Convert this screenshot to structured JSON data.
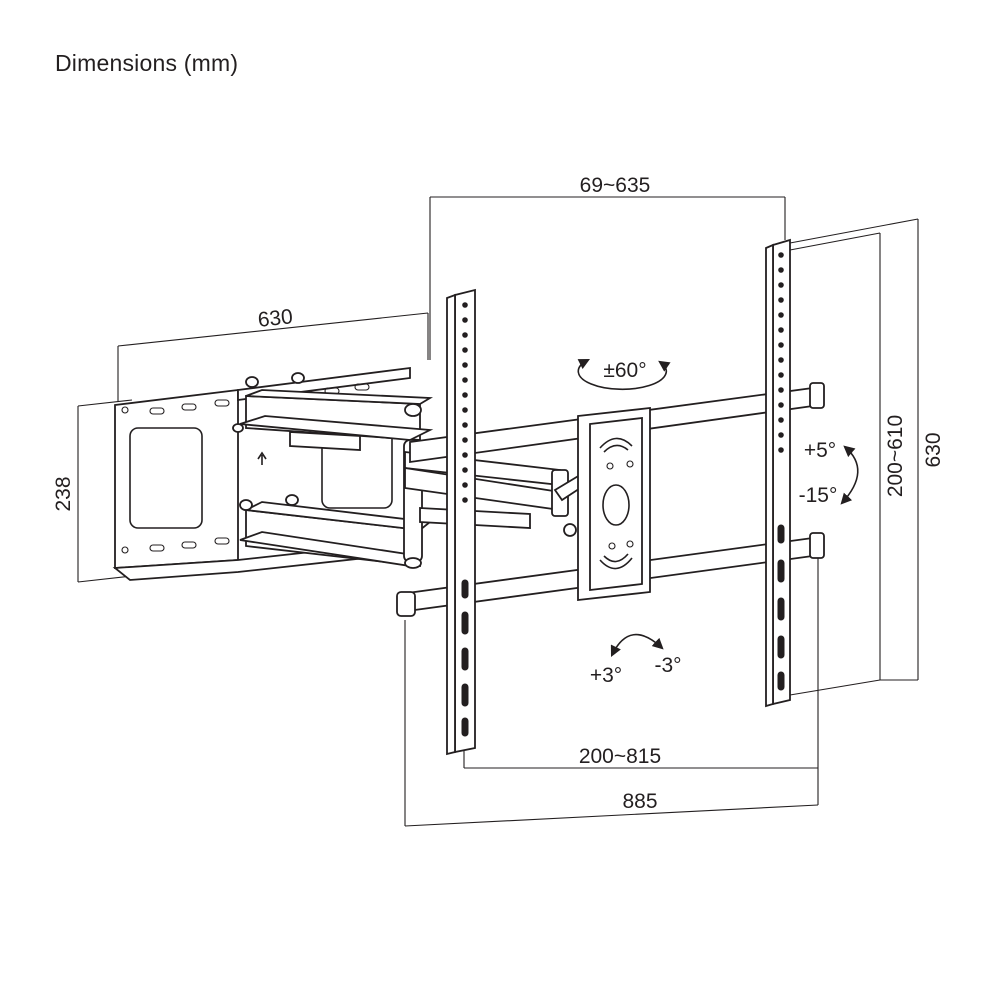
{
  "title": "Dimensions (mm)",
  "dimensions": {
    "vesa_horizontal_range": "69~635",
    "arm_length": "630",
    "wall_plate_height": "238",
    "vesa_vertical_range": "200~610",
    "bracket_height": "630",
    "rail_spread": "200~815",
    "overall_width": "885"
  },
  "angles": {
    "swivel": "±60°",
    "tilt_up": "+5°",
    "tilt_down": "-15°",
    "level_plus": "+3°",
    "level_minus": "-3°"
  }
}
